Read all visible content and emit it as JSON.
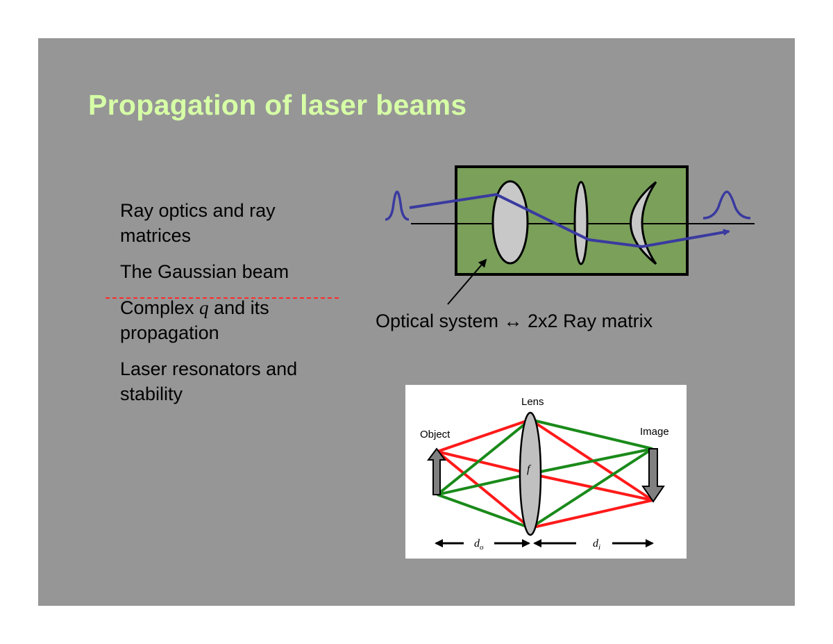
{
  "slide": {
    "title": "Propagation of laser beams",
    "bullets": [
      {
        "text": "Ray optics and ray matrices"
      },
      {
        "text": "The Gaussian beam"
      },
      {
        "prefix": "Complex ",
        "symbol": "q",
        "suffix": " and its propagation"
      },
      {
        "text": "Laser resonators and stability"
      }
    ],
    "caption": "Optical system ↔ 2x2 Ray matrix"
  },
  "optical_system": {
    "box_color": "#7aa05a",
    "beam_color": "#3a3aa0"
  },
  "lens_diagram": {
    "lens_label": "Lens",
    "object_label": "Object",
    "image_label": "Image",
    "focal_symbol": "f",
    "object_distance": {
      "base": "d",
      "sub": "o"
    },
    "image_distance": {
      "base": "d",
      "sub": "i"
    },
    "ray_colors": {
      "red": "#ff1a1a",
      "green": "#1a8a1a"
    }
  }
}
